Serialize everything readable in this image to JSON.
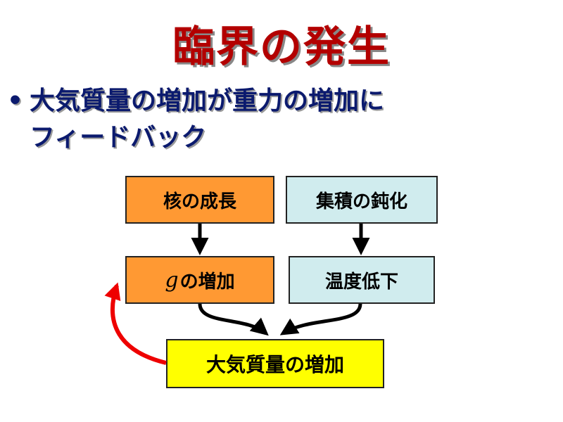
{
  "title": "臨界の発生",
  "bullet": {
    "symbol": "•",
    "text": "大気質量の増加が重力の増加に\nフィードバック"
  },
  "diagram": {
    "core_growth": "核の成長",
    "accretion_dull": "集積の鈍化",
    "g_symbol": "g",
    "g_increase_suffix": "の増加",
    "temperature_drop": "温度低下",
    "atmosphere_mass_increase": "大気質量の増加"
  },
  "colors": {
    "title": "#b30000",
    "bullet_text": "#0b1a6e",
    "orange_box": "#ff9933",
    "cyan_box": "#d0ecee",
    "yellow_box": "#ffff00",
    "feedback_arrow": "#ee0000"
  }
}
